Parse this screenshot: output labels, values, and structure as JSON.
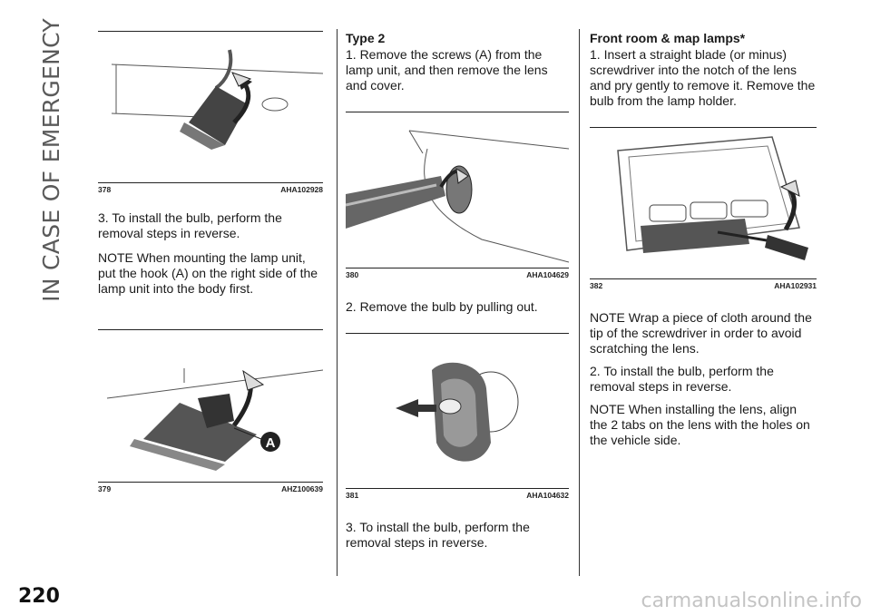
{
  "section_title": "IN CASE OF EMERGENCY",
  "page_number": "220",
  "watermark": "carmanualsonline.info",
  "figures": {
    "f378": {
      "number": "378",
      "code": "AHA102928"
    },
    "f379": {
      "number": "379",
      "code": "AHZ100639",
      "callout": "A"
    },
    "f380": {
      "number": "380",
      "code": "AHA104629"
    },
    "f381": {
      "number": "381",
      "code": "AHA104632"
    },
    "f382": {
      "number": "382",
      "code": "AHA102931"
    }
  },
  "col1": {
    "step3": "3. To install the bulb, perform the removal steps in reverse.",
    "note": "NOTE  When mounting the lamp unit, put the hook (A) on the right side of the lamp unit into the body first."
  },
  "col2": {
    "heading": "Type 2",
    "step1": "1. Remove the screws (A) from the lamp unit, and then remove the lens and cover.",
    "step2": "2. Remove the bulb by pulling out.",
    "step3": "3. To install the bulb, perform the removal steps in reverse."
  },
  "col3": {
    "heading": "Front room & map lamps*",
    "step1": "1. Insert a straight blade (or minus) screwdriver into the notch of the lens and pry gently to remove it. Remove the bulb from the lamp holder.",
    "note1": "NOTE  Wrap a piece of cloth around the tip of the screwdriver in order to avoid scratching the lens.",
    "step2": "2. To install the bulb, perform the removal steps in reverse.",
    "note2": "NOTE  When installing the lens, align the 2 tabs on the lens with the holes on the vehicle side."
  }
}
